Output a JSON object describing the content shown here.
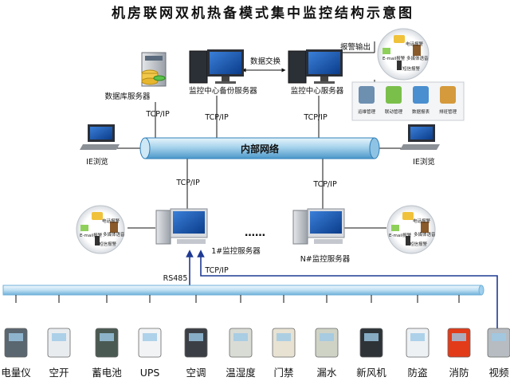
{
  "title": "机房联网双机热备模式集中监控结构示意图",
  "top": {
    "db_server": "数据库服务器",
    "backup_server": "监控中心备份服务器",
    "main_server": "监控中心服务器",
    "data_exchange": "数据交换",
    "alarm_output": "报警输出",
    "tcp_db": "TCP/IP",
    "tcp_backup": "TCP/IP",
    "tcp_main": "TCP/IP"
  },
  "alarm_cluster": {
    "phone_alarm": "电话报警",
    "email_alarm": "E-mail报警",
    "multimedia_voice": "多媒体语音",
    "sms_alarm": "短信报警"
  },
  "mgmt_tools": [
    "运维管理",
    "联动管理",
    "数据报表",
    "排班管理"
  ],
  "network": {
    "label": "内部网络",
    "ie_left": "IE浏览",
    "ie_right": "IE浏览"
  },
  "sub": {
    "tcp_left": "TCP/IP",
    "tcp_right": "TCP/IP",
    "dots": "……",
    "server1": "1#监控服务器",
    "serverN": "N#监控服务器",
    "rs485": "RS485",
    "tcp_bottom": "TCP/IP"
  },
  "devices": [
    "电量仪",
    "空开",
    "蓄电池",
    "UPS",
    "空调",
    "温湿度",
    "门禁",
    "漏水",
    "新风机",
    "防盗",
    "消防",
    "视频"
  ],
  "colors": {
    "pipe": "#a7d3ec",
    "pipe_dark": "#2f7fb8",
    "bus": "#bfe0f3",
    "line": "#1f3a93"
  }
}
